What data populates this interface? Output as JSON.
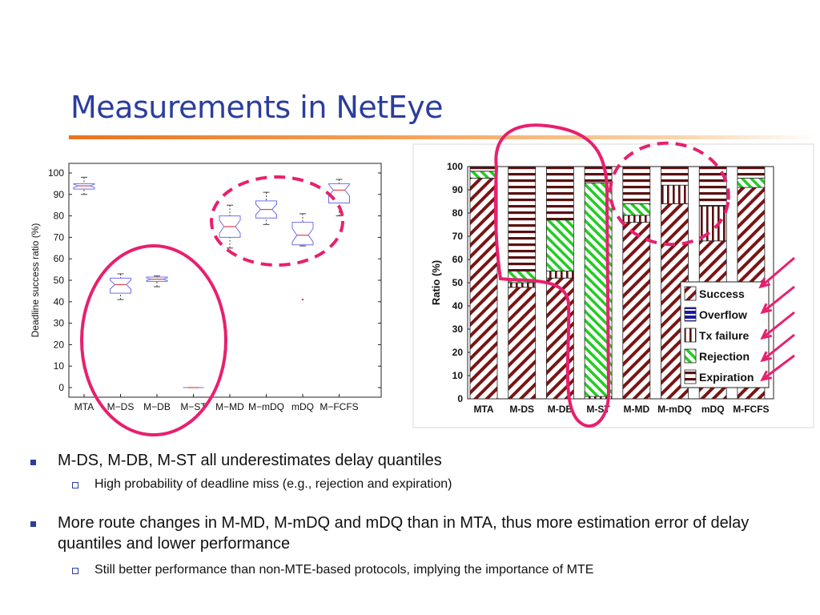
{
  "slide": {
    "title": "Measurements in NetEye",
    "bullets": [
      {
        "text": "M-DS, M-DB, M-ST all underestimates delay quantiles",
        "sub": "High probability of deadline miss (e.g., rejection and expiration)"
      },
      {
        "text": "More route changes in M-MD, M-mDQ and mDQ than in MTA, thus more estimation error of delay quantiles and lower performance",
        "sub": "Still better performance than non-MTE-based protocols, implying the importance of MTE"
      }
    ],
    "accent_color": "#2b3d9e",
    "annotation_color": "#e8206e"
  },
  "chart_data": [
    {
      "type": "box",
      "ylabel": "Deadline success ratio (%)",
      "xlabel": "",
      "ylim": [
        0,
        100
      ],
      "yticks": [
        "0",
        "10",
        "20",
        "30",
        "40",
        "50",
        "60",
        "70",
        "80",
        "90",
        "100"
      ],
      "categories": [
        "MTA",
        "M−DS",
        "M−DB",
        "M−ST",
        "M−MD",
        "M−mDQ",
        "mDQ",
        "M−FCFS"
      ],
      "boxes": [
        {
          "min": 90,
          "q1": 92.5,
          "median": 94,
          "q3": 95,
          "max": 98
        },
        {
          "min": 41,
          "q1": 44,
          "median": 48,
          "q3": 51,
          "max": 53
        },
        {
          "min": 47,
          "q1": 49.5,
          "median": 50.5,
          "q3": 51.5,
          "max": 52
        },
        {
          "min": 0,
          "q1": 0,
          "median": 0,
          "q3": 0,
          "max": 0
        },
        {
          "min": 65,
          "q1": 70,
          "median": 75,
          "q3": 80,
          "max": 85
        },
        {
          "min": 76,
          "q1": 79,
          "median": 83,
          "q3": 87,
          "max": 91
        },
        {
          "min": 66,
          "q1": 66.5,
          "median": 71,
          "q3": 77,
          "max": 81,
          "outliers": [
            41
          ]
        },
        {
          "min": 80,
          "q1": 86,
          "median": 92,
          "q3": 95,
          "max": 97
        }
      ],
      "colors": {
        "box": "#6f6fe8",
        "median": "#e84040",
        "whisker": "#444444"
      }
    },
    {
      "type": "bar",
      "stacked": true,
      "ylabel": "Ratio (%)",
      "ylim": [
        0,
        100
      ],
      "yticks": [
        "0",
        "10",
        "20",
        "30",
        "40",
        "50",
        "60",
        "70",
        "80",
        "90",
        "100"
      ],
      "categories": [
        "MTA",
        "M-DS",
        "M-DB",
        "M-ST",
        "M-MD",
        "M-mDQ",
        "mDQ",
        "M-FCFS"
      ],
      "series": [
        {
          "name": "Success",
          "values": [
            95,
            48,
            52,
            0,
            76,
            84,
            68,
            91
          ]
        },
        {
          "name": "Overflow",
          "values": [
            0,
            0,
            0,
            0,
            0,
            0,
            0,
            0
          ]
        },
        {
          "name": "Tx failure",
          "values": [
            0,
            2,
            3,
            1,
            3,
            8,
            15,
            0
          ]
        },
        {
          "name": "Rejection",
          "values": [
            3,
            5,
            22,
            92,
            5,
            0,
            0,
            4
          ]
        },
        {
          "name": "Expiration",
          "values": [
            2,
            45,
            23,
            7,
            16,
            8,
            17,
            5
          ]
        }
      ],
      "legend_position": "inside-right",
      "colors": {
        "Success": "#7a1414",
        "Overflow": "#1a1aa0",
        "Tx failure": "#7a1414",
        "Rejection": "#22cc22",
        "Expiration": "#7a1414"
      }
    }
  ]
}
